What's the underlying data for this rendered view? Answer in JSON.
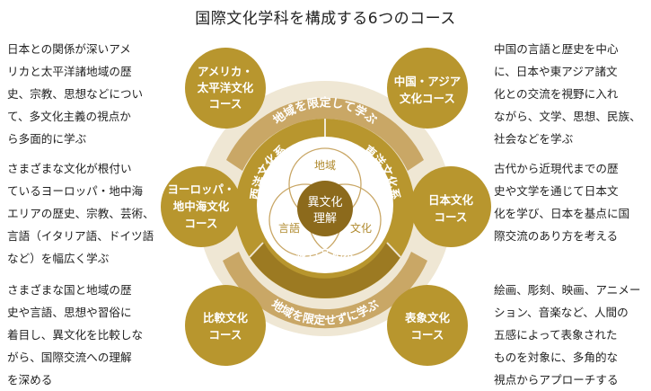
{
  "title": "国際文化学科を構成する6つのコース",
  "courses": {
    "america": [
      "アメリカ・",
      "太平洋文化",
      "コース"
    ],
    "china": [
      "中国・アジア",
      "文化コース"
    ],
    "europe": [
      "ヨーロッパ・",
      "地中海文化",
      "コース"
    ],
    "japan": [
      "日本文化",
      "コース"
    ],
    "comparative": [
      "比較文化",
      "コース"
    ],
    "representation": [
      "表象文化",
      "コース"
    ]
  },
  "bands": {
    "top": "地域を限定して学ぶ",
    "bottom": "地域を限定せずに学ぶ",
    "west": "西洋文化系",
    "east": "東洋文化系",
    "composite": "複合文化系"
  },
  "venn": {
    "region": "地域",
    "language": "言語",
    "culture": "文化",
    "core": [
      "異文化",
      "理解"
    ]
  },
  "descriptions": {
    "america": "日本との関係が深いアメ\nリカと太平洋諸地域の歴\n史、宗教、思想などについ\nて、多文化主義の視点か\nら多面的に学ぶ",
    "europe": "さまざまな文化が根付い\nているヨーロッパ・地中海\nエリアの歴史、宗教、芸術、\n言語（イタリア語、ドイツ語\nなど）を幅広く学ぶ",
    "comparative": "さまざまな国と地域の歴\n史や言語、思想や習俗に\n着目し、異文化を比較しな\nがら、国際交流への理解\nを深める",
    "china": "中国の言語と歴史を中心\nに、日本や東アジア諸文\n化との交流を視野に入れ\nながら、文学、思想、民族、\n社会などを学ぶ",
    "japan": "古代から近現代までの歴\n史や文学を通じて日本文\n化を学び、日本を基点に国\n際交流のあり方を考える",
    "representation": "絵画、彫刻、映画、アニメー\nション、音楽など、人間の\n五感によって表象された\nものを対象に、多角的な\n視点からアプローチする"
  },
  "colors": {
    "gold": "#b8962e",
    "gold_dark": "#9c7a22",
    "tan": "#c9a766",
    "beige": "#efe7d4",
    "core": "#8c6a1c"
  }
}
